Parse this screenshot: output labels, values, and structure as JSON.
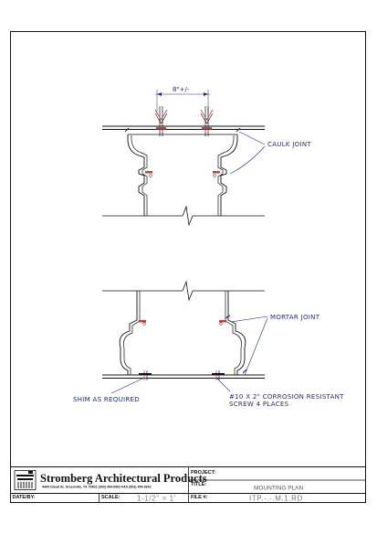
{
  "drawing": {
    "dimension_label": "8\"+/-",
    "note_caulk": "CAULK JOINT",
    "note_mortar": "MORTAR JOINT",
    "note_shim": "SHIM AS REQUIRED",
    "note_screw_line1": "#10 X 2\" CORROSION RESISTANT",
    "note_screw_line2": "SCREW 4 PLACES"
  },
  "title_block": {
    "company_name": "Stromberg Architectural Products",
    "company_address": "4400 Oneal St. Greenville, TX 75401          (903) 454-0902   FAX (903) 454-3642",
    "project_label": "PROJECT:",
    "project_value": "",
    "title_label": "TITLE:",
    "title_value": "MOUNTING PLAN",
    "date_label": "DATE/BY:",
    "date_value": "",
    "scale_label": "SCALE:",
    "scale_value": "1-1/2\" = 1'",
    "file_label": "FILE #:",
    "file_value": "ITP.-.-.M.1.RD"
  },
  "colors": {
    "line": "#111111",
    "annotation": "#1f2a8a",
    "accent": "#d23a3a"
  }
}
